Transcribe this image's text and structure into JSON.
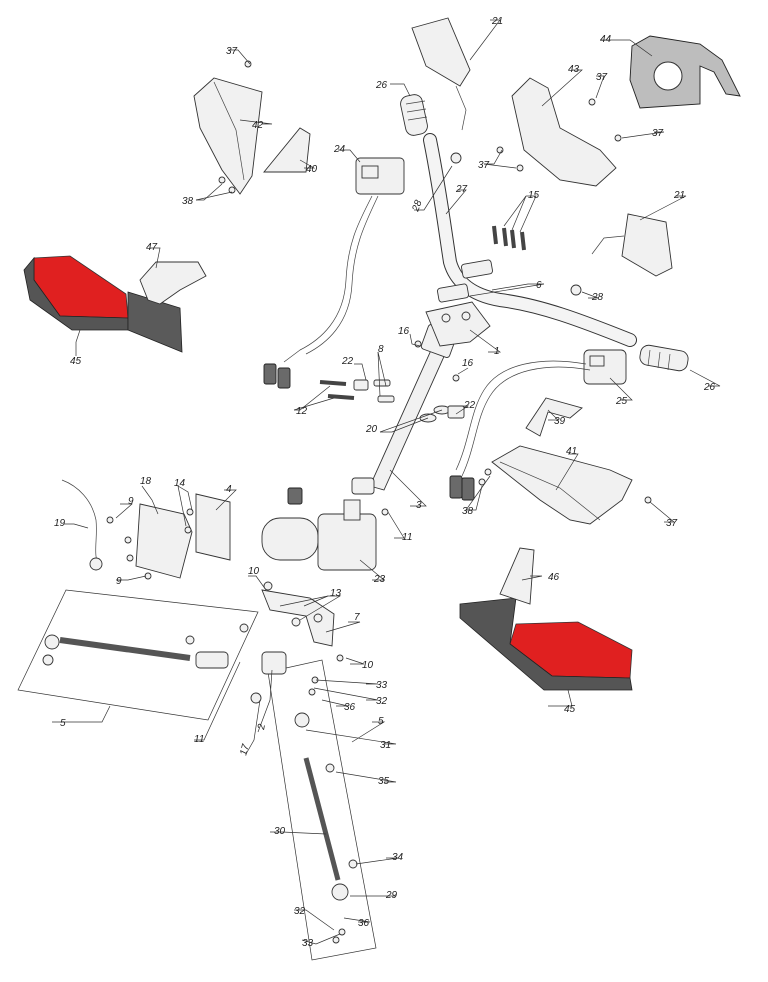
{
  "callouts": [
    "1",
    "2",
    "3",
    "4",
    "5",
    "5",
    "6",
    "7",
    "8",
    "9",
    "9",
    "10",
    "10",
    "11",
    "11",
    "12",
    "13",
    "14",
    "15",
    "16",
    "16",
    "17",
    "18",
    "19",
    "20",
    "21",
    "21",
    "22",
    "22",
    "23",
    "24",
    "25",
    "26",
    "26",
    "27",
    "28",
    "28",
    "29",
    "30",
    "31",
    "32",
    "32",
    "33",
    "33",
    "34",
    "35",
    "36",
    "36",
    "37",
    "37",
    "37",
    "37",
    "37",
    "38",
    "38",
    "39",
    "40",
    "41",
    "42",
    "43",
    "44",
    "45",
    "45",
    "46",
    "47"
  ],
  "colors": {
    "highlight": "#e02020",
    "highlight_dark": "#b01818",
    "line": "#333333"
  }
}
